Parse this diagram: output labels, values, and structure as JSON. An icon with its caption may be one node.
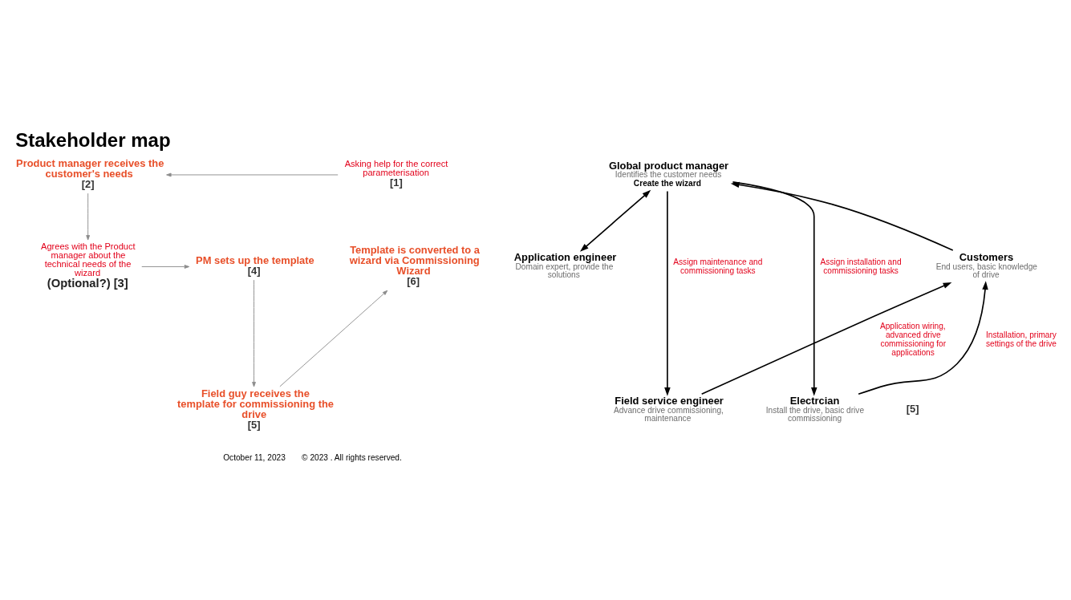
{
  "diagram": {
    "title": "Stakeholder map",
    "nodes": [
      {
        "text": [
          "Product manager receives the customer's needs",
          "[2]"
        ]
      },
      {
        "text": [
          "Global product manager",
          "Identifies the customer needs",
          "Create the wizard"
        ]
      },
      {
        "text": [
          "Agrees with the Product manager about the technical needs of the wizard",
          "(Optional?) [3]"
        ]
      },
      {
        "text": [
          "Asking help for the correct parameterisation",
          "[1]"
        ]
      },
      {
        "text": [
          "PM sets up the template",
          "[4]"
        ]
      },
      {
        "text": [
          "Application engineer",
          "Domain expert, provide the solutions"
        ]
      },
      {
        "text": [
          "Customers",
          "End users, basic knowledge of drive"
        ]
      },
      {
        "text": [
          "Template is converted to a wizard via Commissioning Wizard",
          "[6]"
        ]
      },
      {
        "text": [
          "Field guy receives the template for commissioning the drive",
          "[5]"
        ]
      },
      {
        "text": [
          "Field service engineer",
          "Advance drive commissioning, maintenance"
        ]
      },
      {
        "text": [
          "Electrcian",
          "Install the drive, basic drive commissioning"
        ]
      }
    ],
    "edges": [
      {
        "from": 6,
        "to": 1,
        "arrow": "to"
      },
      {
        "from": 1,
        "to": 5,
        "arrow": "both"
      },
      {
        "from": 1,
        "to": 9,
        "arrow": "to",
        "label": "Assign maintenance and commissioning tasks"
      },
      {
        "from": 1,
        "to": 10,
        "arrow": "to",
        "label": "Assign installation and commissioning tasks"
      },
      {
        "from": 10,
        "to": 6,
        "arrow": "to",
        "label": "Installation, primary settings of the drive"
      },
      {
        "from": 9,
        "to": 6,
        "arrow": "to",
        "label": "Application wiring, advanced drive commissioning for applications"
      },
      {
        "from": 3,
        "to": 0,
        "arrow": "to",
        "color": "#8c8c8c"
      },
      {
        "from": 0,
        "to": 2,
        "arrow": "to",
        "color": "#8c8c8c"
      },
      {
        "from": 2,
        "to": 4,
        "arrow": "to",
        "color": "#8c8c8c"
      },
      {
        "from": 4,
        "to": 8,
        "arrow": "to",
        "color": "#8c8c8c"
      },
      {
        "from": 8,
        "to": 7,
        "arrow": "to",
        "color": "#8c8c8c"
      }
    ],
    "labels": [
      "[5]",
      "October 11, 2023",
      "© 2023 . All rights reserved."
    ]
  }
}
